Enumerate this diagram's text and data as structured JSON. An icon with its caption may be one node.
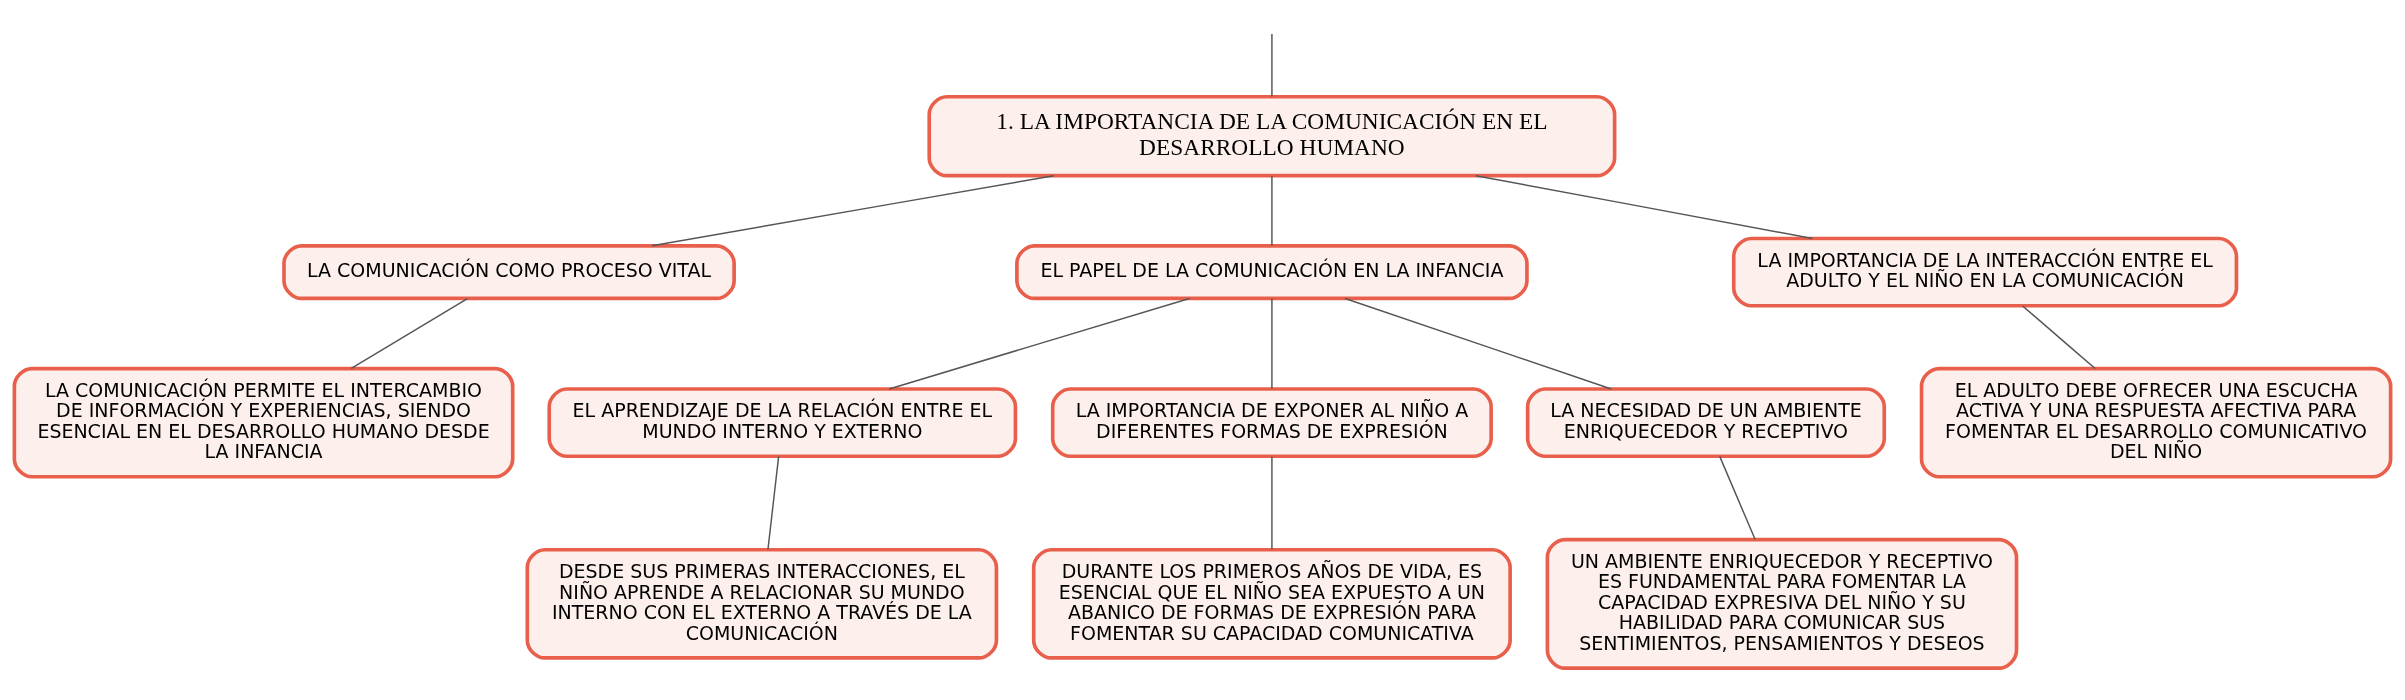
{
  "diagram": {
    "nodes": [
      {
        "text": [
          "1. LA IMPORTANCIA DE LA COMUNICACIÓN EN EL DESARROLLO HUMANO"
        ]
      },
      {
        "text": [
          "LA COMUNICACIÓN COMO PROCESO VITAL"
        ]
      },
      {
        "text": [
          "LA COMUNICACIÓN PERMITE EL INTERCAMBIO DE INFORMACIÓN Y EXPERIENCIAS, SIENDO ESENCIAL EN EL DESARROLLO HUMANO DESDE LA INFANCIA"
        ]
      },
      {
        "text": [
          "EL PAPEL DE LA COMUNICACIÓN EN LA INFANCIA"
        ]
      },
      {
        "text": [
          "EL APRENDIZAJE DE LA RELACIÓN ENTRE EL MUNDO INTERNO Y EXTERNO"
        ]
      },
      {
        "text": [
          "DESDE SUS PRIMERAS INTERACCIONES, EL NIÑO APRENDE A RELACIONAR SU MUNDO INTERNO CON EL EXTERNO A TRAVÉS DE LA COMUNICACIÓN"
        ]
      },
      {
        "text": [
          "LA IMPORTANCIA DE EXPONER AL NIÑO A DIFERENTES FORMAS DE EXPRESIÓN"
        ]
      },
      {
        "text": [
          "DURANTE LOS PRIMEROS AÑOS DE VIDA, ES ESENCIAL QUE EL NIÑO SEA EXPUESTO A UN ABANICO DE FORMAS DE EXPRESIÓN PARA FOMENTAR SU CAPACIDAD COMUNICATIVA"
        ]
      },
      {
        "text": [
          "LA NECESIDAD DE UN AMBIENTE ENRIQUECEDOR Y RECEPTIVO"
        ]
      },
      {
        "text": [
          "UN AMBIENTE ENRIQUECEDOR Y RECEPTIVO ES FUNDAMENTAL PARA FOMENTAR LA CAPACIDAD EXPRESIVA DEL NIÑO Y SU HABILIDAD PARA COMUNICAR SUS SENTIMIENTOS, PENSAMIENTOS Y DESEOS"
        ]
      },
      {
        "text": [
          "LA IMPORTANCIA DE LA INTERACCIÓN ENTRE EL ADULTO Y EL NIÑO EN LA COMUNICACIÓN"
        ]
      },
      {
        "text": [
          "EL ADULTO DEBE OFRECER UNA ESCUCHA ACTIVA Y UNA RESPUESTA AFECTIVA PARA FOMENTAR EL DESARROLLO COMUNICATIVO DEL NIÑO"
        ]
      }
    ],
    "edges": [
      {
        "from": null,
        "to": 0,
        "arrow": "none"
      },
      {
        "from": 0,
        "to": 1,
        "arrow": "none"
      },
      {
        "from": 1,
        "to": 2,
        "arrow": "none"
      },
      {
        "from": 0,
        "to": 3,
        "arrow": "none"
      },
      {
        "from": 3,
        "to": 4,
        "arrow": "none"
      },
      {
        "from": 4,
        "to": 5,
        "arrow": "none"
      },
      {
        "from": 3,
        "to": 6,
        "arrow": "none"
      },
      {
        "from": 6,
        "to": 7,
        "arrow": "none"
      },
      {
        "from": 3,
        "to": 8,
        "arrow": "none"
      },
      {
        "from": 8,
        "to": 9,
        "arrow": "none"
      },
      {
        "from": 0,
        "to": 10,
        "arrow": "none"
      },
      {
        "from": 10,
        "to": 11,
        "arrow": "none"
      }
    ]
  }
}
